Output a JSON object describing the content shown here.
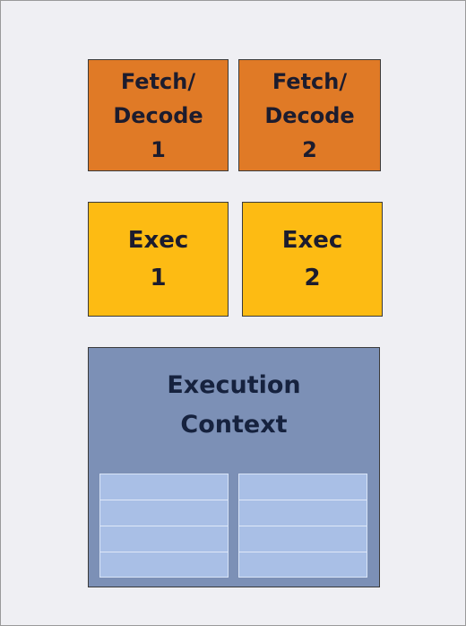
{
  "fetch_decode_1": {
    "line1": "Fetch/",
    "line2": "Decode",
    "line3": "1"
  },
  "fetch_decode_2": {
    "line1": "Fetch/",
    "line2": "Decode",
    "line3": "2"
  },
  "exec_1": {
    "line1": "Exec",
    "line2": "1"
  },
  "exec_2": {
    "line1": "Exec",
    "line2": "2"
  },
  "execution_context": {
    "line1": "Execution",
    "line2": "Context"
  },
  "colors": {
    "fetch": "#e07a26",
    "exec": "#fdbb13",
    "context": "#7c90b6",
    "register": "#a9bfe6",
    "background": "#efeff3"
  }
}
